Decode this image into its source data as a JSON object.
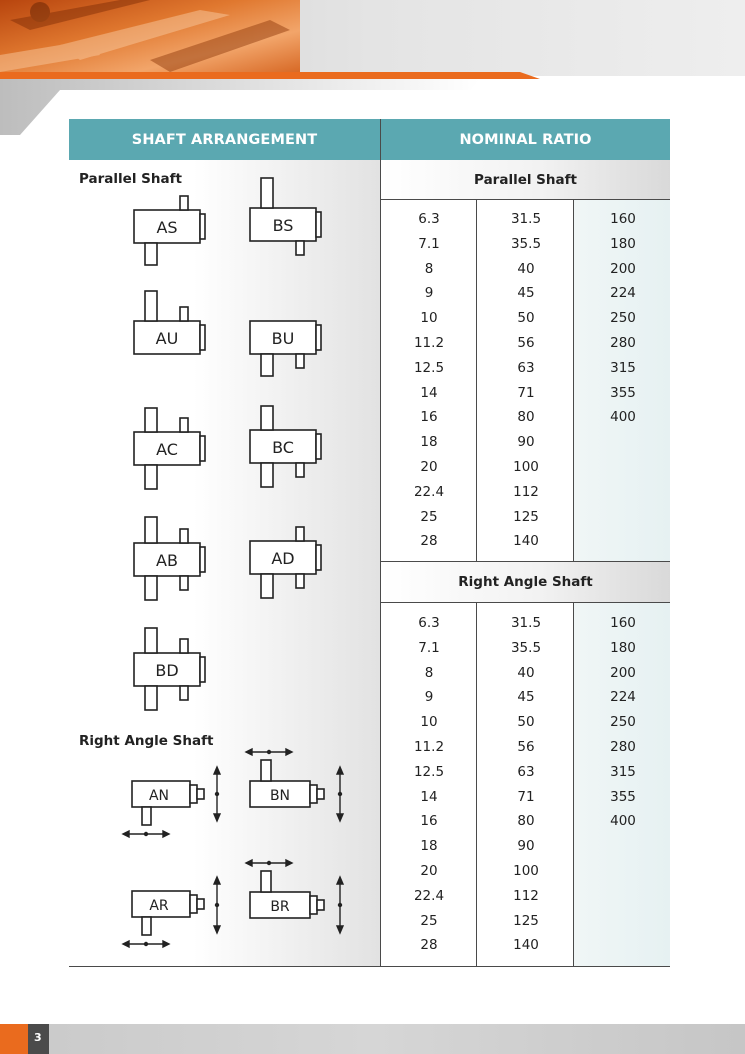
{
  "header": {
    "left": "SHAFT ARRANGEMENT",
    "right": "NOMINAL RATIO"
  },
  "left": {
    "parallel_label": "Parallel Shaft",
    "right_angle_label": "Right Angle Shaft",
    "diagrams": {
      "as": "AS",
      "bs": "BS",
      "au": "AU",
      "bu": "BU",
      "ac": "AC",
      "bc": "BC",
      "ab": "AB",
      "ad": "AD",
      "bd": "BD",
      "an": "AN",
      "bn": "BN",
      "ar": "AR",
      "br": "BR"
    }
  },
  "parallel": {
    "title": "Parallel Shaft",
    "col1": [
      "6.3",
      "7.1",
      "8",
      "9",
      "10",
      "11.2",
      "12.5",
      "14",
      "16",
      "18",
      "20",
      "22.4",
      "25",
      "28"
    ],
    "col2": [
      "31.5",
      "35.5",
      "40",
      "45",
      "50",
      "56",
      "63",
      "71",
      "80",
      "90",
      "100",
      "112",
      "125",
      "140"
    ],
    "col3": [
      "160",
      "180",
      "200",
      "224",
      "250",
      "280",
      "315",
      "355",
      "400"
    ]
  },
  "right_angle": {
    "title": "Right Angle Shaft",
    "col1": [
      "6.3",
      "7.1",
      "8",
      "9",
      "10",
      "11.2",
      "12.5",
      "14",
      "16",
      "18",
      "20",
      "22.4",
      "25",
      "28"
    ],
    "col2": [
      "31.5",
      "35.5",
      "40",
      "45",
      "50",
      "56",
      "63",
      "71",
      "80",
      "90",
      "100",
      "112",
      "125",
      "140"
    ],
    "col3": [
      "160",
      "180",
      "200",
      "224",
      "250",
      "280",
      "315",
      "355",
      "400"
    ]
  },
  "footer": {
    "page": "3"
  },
  "colors": {
    "header_teal": "#5ba8b1",
    "accent_orange": "#ea6b1e"
  }
}
